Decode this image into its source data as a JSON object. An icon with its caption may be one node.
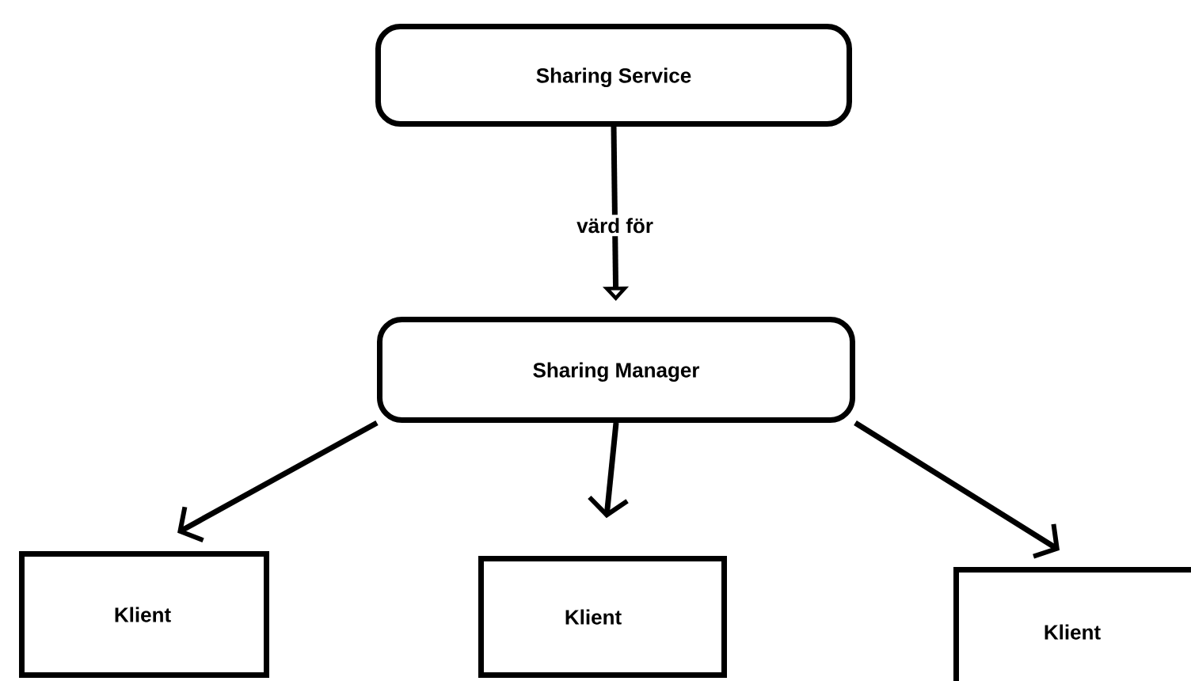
{
  "diagram": {
    "nodes": [
      {
        "text": [
          "Sharing Service"
        ]
      },
      {
        "text": [
          "Sharing Manager"
        ]
      },
      {
        "text": [
          "Klient"
        ]
      },
      {
        "text": [
          "Klient"
        ]
      },
      {
        "text": [
          "Klient"
        ]
      }
    ],
    "edges": [
      {
        "from": 0,
        "to": 1,
        "arrow": "to",
        "label": "värd för"
      },
      {
        "from": 1,
        "to": 2,
        "arrow": "to"
      },
      {
        "from": 1,
        "to": 3,
        "arrow": "to"
      },
      {
        "from": 1,
        "to": 4,
        "arrow": "to"
      }
    ]
  }
}
